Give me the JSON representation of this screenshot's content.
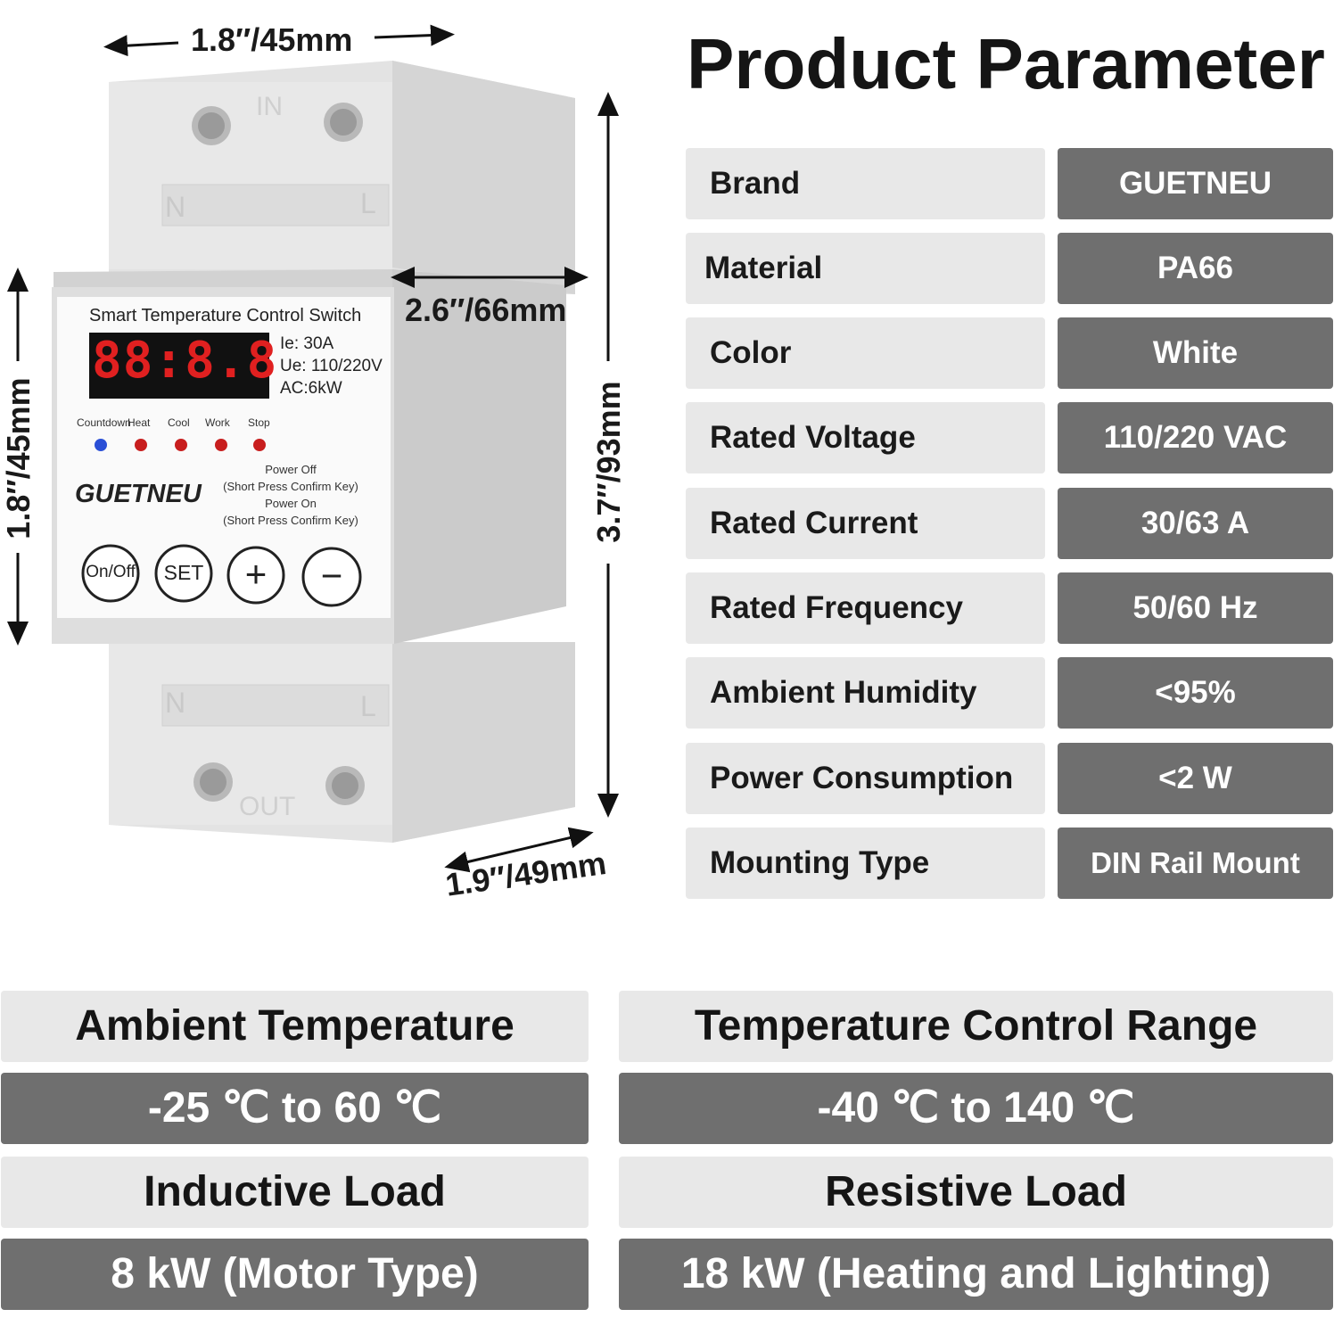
{
  "title": "Product Parameter",
  "params": [
    {
      "label": "Brand",
      "value": "GUETNEU"
    },
    {
      "label": "Material",
      "value": "PA66"
    },
    {
      "label": "Color",
      "value": "White"
    },
    {
      "label": "Rated Voltage",
      "value": "110/220 VAC"
    },
    {
      "label": "Rated Current",
      "value": "30/63 A"
    },
    {
      "label": "Rated Frequency",
      "value": "50/60 Hz"
    },
    {
      "label": "Ambient Humidity",
      "value": "<95%"
    },
    {
      "label": "Power Consumption",
      "value": "<2 W"
    },
    {
      "label": "Mounting Type",
      "value": "DIN Rail Mount"
    }
  ],
  "specs": [
    {
      "label": "Ambient Temperature",
      "value": "-25 ℃ to 60 ℃"
    },
    {
      "label": "Temperature Control Range",
      "value": "-40 ℃ to 140 ℃"
    },
    {
      "label": "Inductive Load",
      "value": "8 kW (Motor Type)"
    },
    {
      "label": "Resistive Load",
      "value": "18 kW (Heating and Lighting)"
    }
  ],
  "dimensions": {
    "top_width": "1.8″/45mm",
    "left_height": "1.8″/45mm",
    "panel_depth": "2.6″/66mm",
    "total_height": "3.7″/93mm",
    "bottom_depth": "1.9″/49mm"
  },
  "device": {
    "title": "Smart Temperature Control Switch",
    "display": "88:8.8",
    "spec_ie": "Ie:  30A",
    "spec_ue": "Ue: 110/220V",
    "spec_ac": "AC:6kW",
    "leds": [
      {
        "label": "Countdown",
        "color": "#2a4fd6"
      },
      {
        "label": "Heat",
        "color": "#c81e1e"
      },
      {
        "label": "Cool",
        "color": "#c81e1e"
      },
      {
        "label": "Work",
        "color": "#c81e1e"
      },
      {
        "label": "Stop",
        "color": "#c81e1e"
      }
    ],
    "brand": "GUETNEU",
    "note_1": "Power Off",
    "note_2": "(Short Press Confirm Key)",
    "note_3": "Power On",
    "note_4": "(Short Press Confirm Key)",
    "buttons": {
      "onoff": "On/Off",
      "set": "SET",
      "plus": "+",
      "minus": "−"
    },
    "terminal_in": "IN",
    "terminal_out": "OUT",
    "terminal_n": "N",
    "terminal_l": "L"
  }
}
